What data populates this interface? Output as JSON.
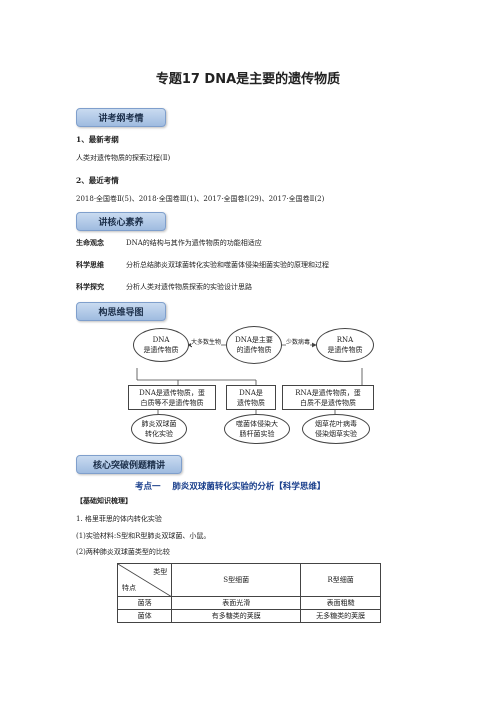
{
  "title": "专题17  DNA是主要的遗传物质",
  "banners": {
    "outline": "讲考纲考情",
    "literacy": "讲核心素养",
    "mindmap": "构思维导图",
    "examples": "核心突破例题精讲"
  },
  "outline": {
    "latest_syllabus_heading": "1、最新考纲",
    "latest_syllabus_text": "人类对遗传物质的探索过程(Ⅱ)",
    "recent_exams_heading": "2、最近考情",
    "recent_exams_text": "2018·全国卷Ⅱ(5)、2018·全国卷Ⅲ(1)、2017·全国卷Ⅰ(29)、2017·全国卷Ⅱ(2)"
  },
  "literacy": [
    {
      "label": "生命观念",
      "text": "DNA的结构与其作为遗传物质的功能相适应"
    },
    {
      "label": "科学思维",
      "text": "分析总结肺炎双球菌转化实验和噬菌体侵染细菌实验的原理和过程"
    },
    {
      "label": "科学探究",
      "text": "分析人类对遗传物质探索的实验设计思路"
    }
  ],
  "mindmap": {
    "left_oval": [
      "DNA",
      "是遗传物质"
    ],
    "center_oval": [
      "DNA是主要",
      "的遗传物质"
    ],
    "right_oval": [
      "RNA",
      "是遗传物质"
    ],
    "arrow_left_label": "大多数生物",
    "arrow_right_label": "少数病毒",
    "box1": [
      "DNA是遗传物质，蛋",
      "白质等不是遗传物质"
    ],
    "box2": [
      "DNA是",
      "遗传物质"
    ],
    "box3": [
      "RNA是遗传物质，蛋",
      "白质不是遗传物质"
    ],
    "exp1": [
      "肺炎双球菌",
      "转化实验"
    ],
    "exp2": [
      "噬菌体侵染大",
      "肠杆菌实验"
    ],
    "exp3": [
      "烟草花叶病毒",
      "侵染烟草实验"
    ]
  },
  "point_one": "考点一    肺炎双球菌转化实验的分析【科学思维】",
  "basic_knowledge": "【基础知识梳理】",
  "item1": "1. 格里菲思的体内转化实验",
  "item1_1": "(1)实验材料:S型和R型肺炎双球菌、小鼠。",
  "item1_2": "(2)两种肺炎双球菌类型的比较",
  "table": {
    "header_type": "类型",
    "header_feature": "特点",
    "col_s": "S型细菌",
    "col_r": "R型细菌",
    "rows": [
      {
        "label": "菌落",
        "s": "表面光滑",
        "r": "表面粗糙"
      },
      {
        "label": "菌体",
        "s": "有多糖类的荚膜",
        "r": "无多糖类的荚膜"
      }
    ]
  }
}
